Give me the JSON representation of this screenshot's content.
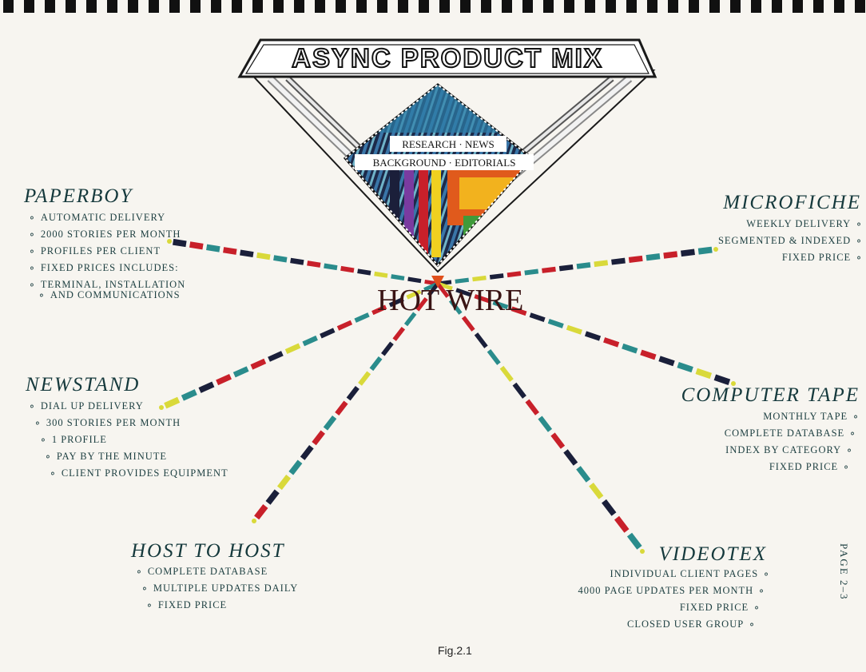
{
  "title": "ASYNC PRODUCT MIX",
  "center_label": "HOT WIRE",
  "diamond_text": {
    "line1": "RESEARCH · NEWS",
    "line2": "BACKGROUND ·  EDITORIALS"
  },
  "products": {
    "paperboy": {
      "name": "PAPERBOY",
      "items": [
        "AUTOMATIC DELIVERY",
        "2000 STORIES PER MONTH",
        "PROFILES PER CLIENT",
        "FIXED PRICES INCLUDES:",
        "TERMINAL, INSTALLATION",
        "AND COMMUNICATIONS"
      ]
    },
    "microfiche": {
      "name": "MICROFICHE",
      "items": [
        "WEEKLY DELIVERY",
        "SEGMENTED & INDEXED",
        "FIXED PRICE"
      ]
    },
    "newstand": {
      "name": "NEWSTAND",
      "items": [
        "DIAL UP DELIVERY",
        "300 STORIES PER MONTH",
        "1 PROFILE",
        "PAY BY THE MINUTE",
        "CLIENT PROVIDES EQUIPMENT"
      ]
    },
    "computer_tape": {
      "name": "COMPUTER TAPE",
      "items": [
        "MONTHLY TAPE",
        "COMPLETE DATABASE",
        "INDEX BY CATEGORY",
        "FIXED PRICE"
      ]
    },
    "host_to_host": {
      "name": "HOST TO HOST",
      "items": [
        "COMPLETE DATABASE",
        "MULTIPLE UPDATES DAILY",
        "FIXED PRICE"
      ]
    },
    "videotex": {
      "name": "VIDEOTEX",
      "items": [
        "INDIVIDUAL CLIENT PAGES",
        "4000 PAGE UPDATES PER MONTH",
        "FIXED PRICE",
        "CLOSED USER GROUP"
      ]
    }
  },
  "page_label": "PAGE  2–3",
  "figure_caption": "Fig.2.1",
  "colors": {
    "paper": "#f7f5f0",
    "ink": "#15393c",
    "ray_red": "#c8202a",
    "ray_dark": "#1a1f3a",
    "ray_teal": "#2a8c8c",
    "ray_yellow": "#d9d93a"
  }
}
